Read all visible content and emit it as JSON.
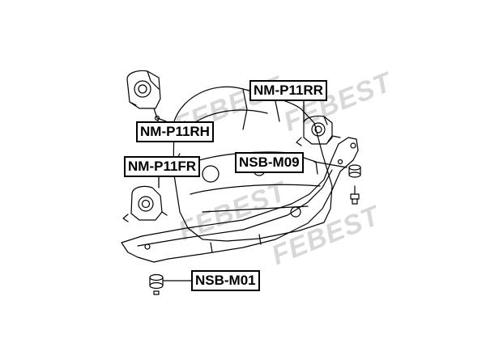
{
  "labels": {
    "rh": "NM-P11RH",
    "rr": "NM-P11RR",
    "fr": "NM-P11FR",
    "m09": "NSB-M09",
    "m01": "NSB-M01"
  },
  "watermark": {
    "logo_text": "FEBEST"
  },
  "colors": {
    "line": "#000000",
    "watermark": "#d8d8d8",
    "background": "#ffffff"
  }
}
